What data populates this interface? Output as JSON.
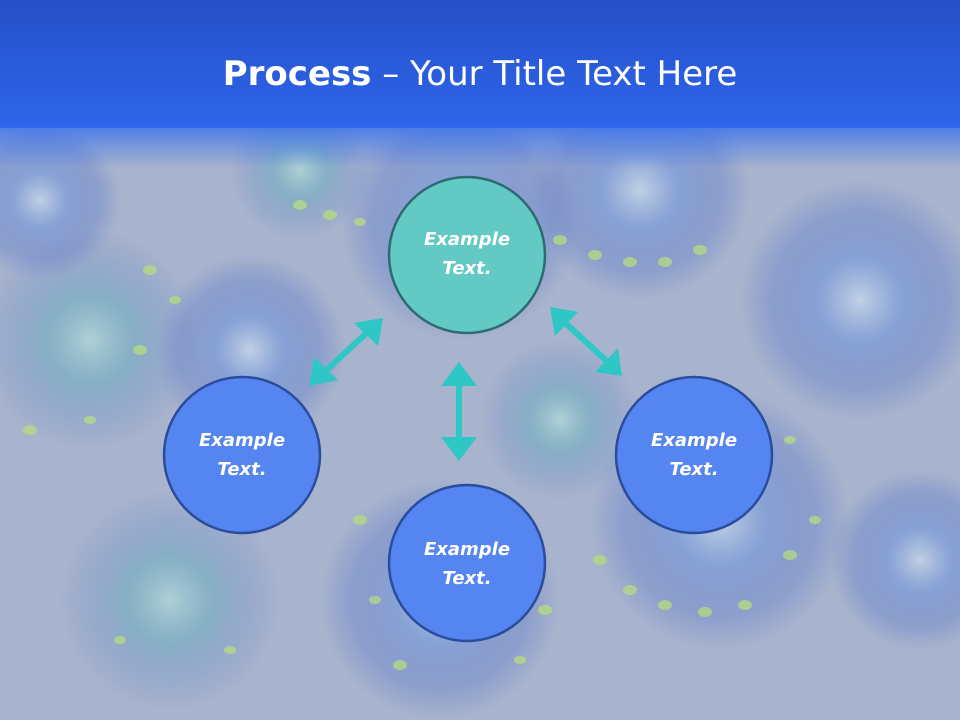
{
  "title": {
    "bold": "Process",
    "rest": " – Your Title Text Here"
  },
  "nodes": [
    {
      "id": "top",
      "label": "Example\nText.",
      "fill": "#62c9c4",
      "stroke": "#2f6a72"
    },
    {
      "id": "left",
      "label": "Example\nText.",
      "fill": "#5585f0",
      "stroke": "#2a4c9c"
    },
    {
      "id": "bottom",
      "label": "Example\nText.",
      "fill": "#5585f0",
      "stroke": "#2a4c9c"
    },
    {
      "id": "right",
      "label": "Example\nText.",
      "fill": "#5585f0",
      "stroke": "#2a4c9c"
    }
  ],
  "colors": {
    "header": "#2b5fe0",
    "arrow": "#2fc6c6",
    "title_text": "#ffffff"
  }
}
